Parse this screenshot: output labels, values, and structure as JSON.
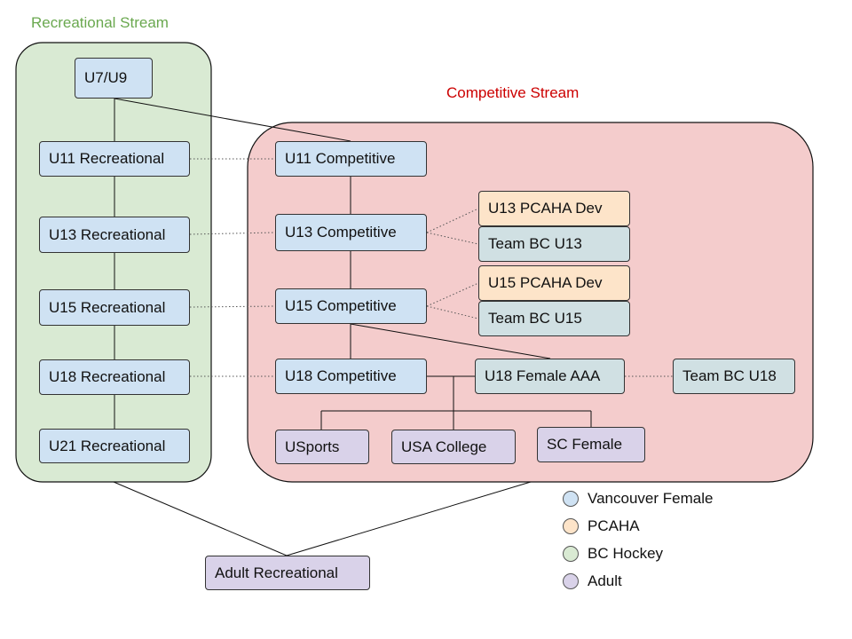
{
  "recreational_stream": {
    "title": "Recreational Stream",
    "color": "#6aa84f",
    "fill": "#d9ead3"
  },
  "competitive_stream": {
    "title": "Competitive Stream",
    "color": "#cc0000",
    "fill": "#f4cccc"
  },
  "nodes": {
    "u7_u9": "U7/U9",
    "u11_rec": "U11 Recreational",
    "u13_rec": "U13 Recreational",
    "u15_rec": "U15 Recreational",
    "u18_rec": "U18 Recreational",
    "u21_rec": "U21 Recreational",
    "u11_comp": "U11 Competitive",
    "u13_comp": "U13 Competitive",
    "u15_comp": "U15 Competitive",
    "u18_comp": "U18 Competitive",
    "u13_pcaha": "U13 PCAHA Dev",
    "team_bc_u13": "Team BC U13",
    "u15_pcaha": "U15 PCAHA Dev",
    "team_bc_u15": "Team BC U15",
    "u18_female_aaa": "U18 Female AAA",
    "team_bc_u18": "Team BC U18",
    "usports": "USports",
    "usa_college": "USA College",
    "sc_female": "SC Female",
    "adult_rec": "Adult Recreational"
  },
  "legend": [
    {
      "label": "Vancouver Female",
      "color": "#cfe2f3"
    },
    {
      "label": "PCAHA",
      "color": "#fde4c9"
    },
    {
      "label": "BC Hockey",
      "color": "#d9ead3"
    },
    {
      "label": "Adult",
      "color": "#d9d2e9"
    }
  ]
}
